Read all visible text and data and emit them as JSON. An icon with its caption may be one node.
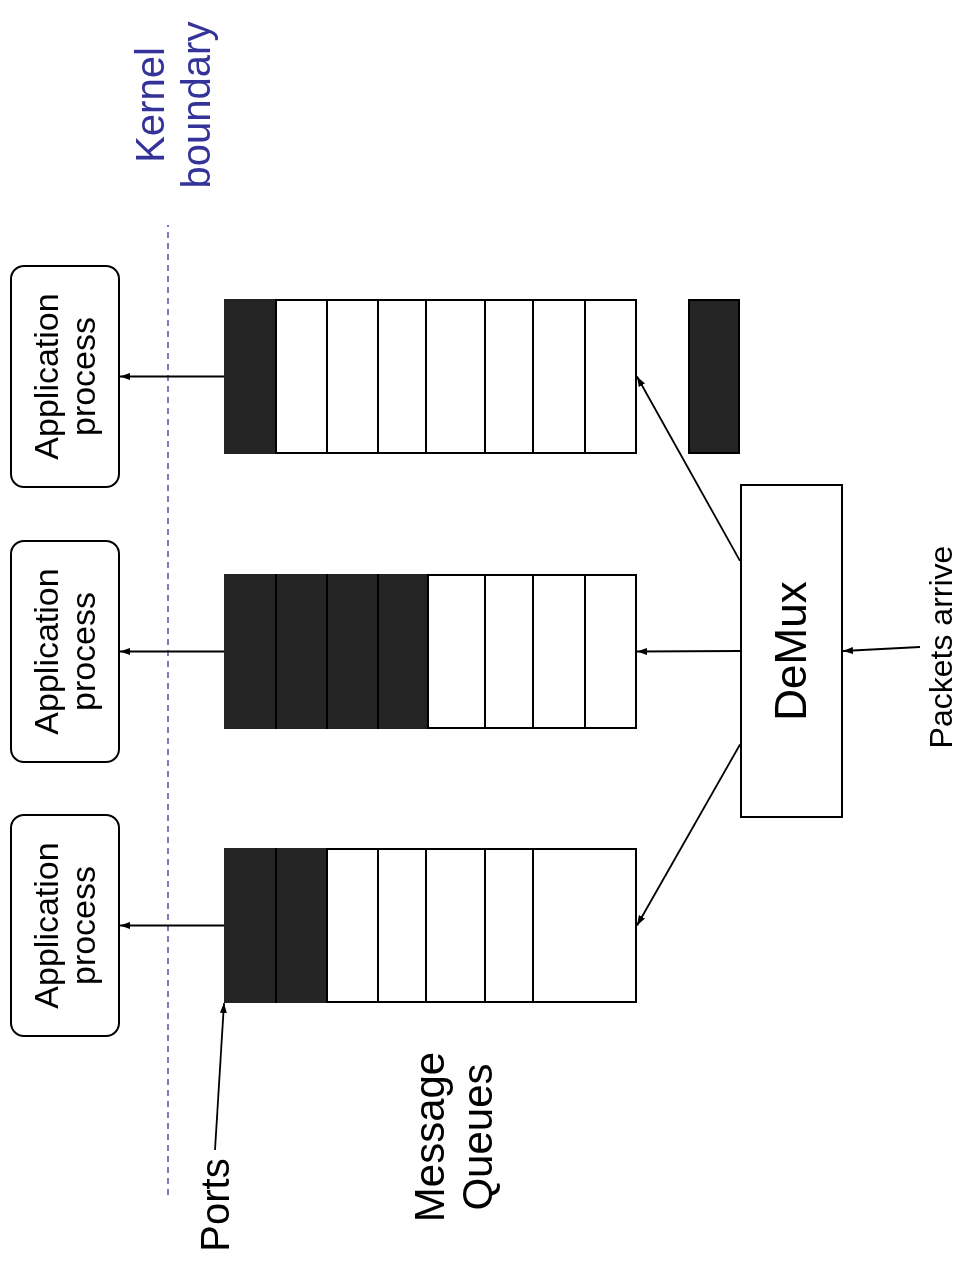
{
  "diagram": {
    "nodes": [
      {
        "text": [
          "Application process"
        ]
      },
      {
        "text": [
          "Application process"
        ]
      },
      {
        "text": [
          "Application process"
        ]
      },
      {
        "text": [],
        "shape": "box"
      },
      {
        "text": [],
        "shape": "box"
      },
      {
        "text": [],
        "shape": "box"
      },
      {
        "text": [
          "DeMux"
        ]
      },
      {
        "text": [
          "Packets arrive"
        ]
      },
      {
        "text": [
          "Ports"
        ]
      },
      {
        "text": [],
        "shape": "bar"
      }
    ],
    "edges": [
      {
        "from": 3,
        "to": 0,
        "arrow": "to"
      },
      {
        "from": 4,
        "to": 1,
        "arrow": "to"
      },
      {
        "from": 5,
        "to": 2,
        "arrow": "to"
      },
      {
        "from": 6,
        "to": 3,
        "arrow": "to"
      },
      {
        "from": 6,
        "to": 4,
        "arrow": "to"
      },
      {
        "from": 6,
        "to": 5,
        "arrow": "to"
      },
      {
        "from": 7,
        "to": 6,
        "arrow": "to"
      },
      {
        "from": 8,
        "to": 5,
        "arrow": "to"
      }
    ],
    "labels": [
      "Kernel boundary",
      "Message Queues"
    ]
  }
}
